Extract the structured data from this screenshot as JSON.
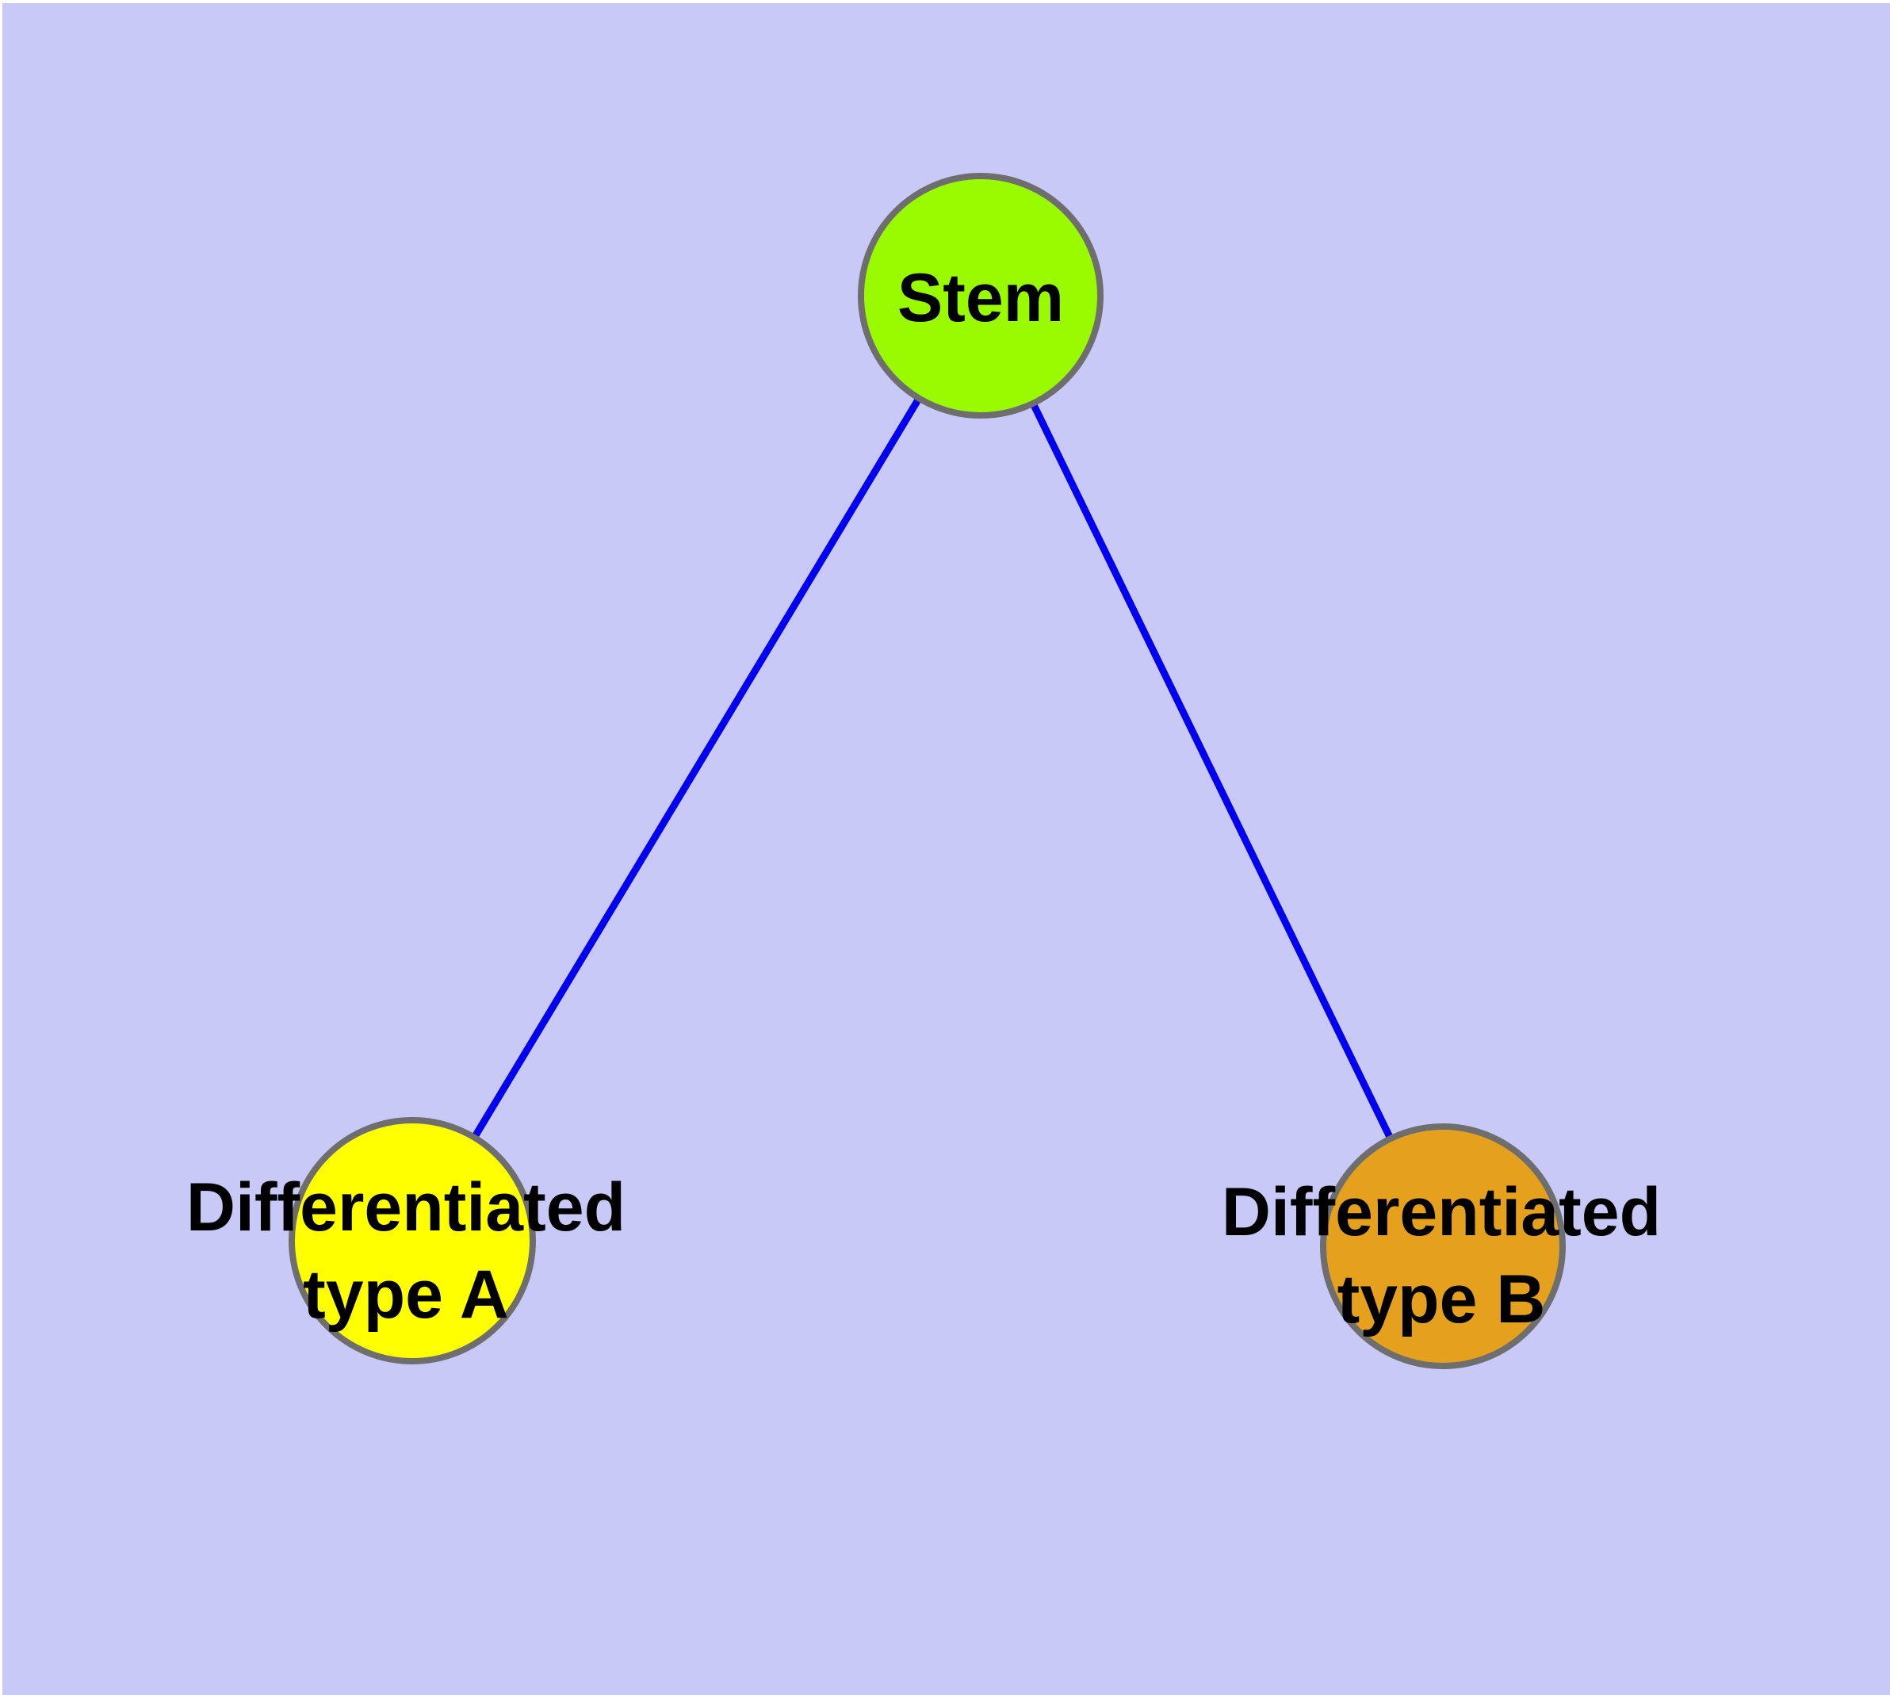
{
  "graph": {
    "background_color": "#C9C9F8",
    "edge_color": "#0000EE",
    "node_border_color": "#6E6E6E",
    "label_color": "#000000",
    "nodes": [
      {
        "id": "stem",
        "label_lines": [
          "Stem"
        ],
        "fill_color": "#9AFB00"
      },
      {
        "id": "differentiated-type-a",
        "label_lines": [
          "Differentiated",
          "type A"
        ],
        "fill_color": "#FFFF00"
      },
      {
        "id": "differentiated-type-b",
        "label_lines": [
          "Differentiated",
          "type B"
        ],
        "fill_color": "#E5A11D"
      }
    ],
    "edges": [
      {
        "from": "Stem",
        "to": "Differentiated type A"
      },
      {
        "from": "Stem",
        "to": "Differentiated type B"
      }
    ]
  }
}
